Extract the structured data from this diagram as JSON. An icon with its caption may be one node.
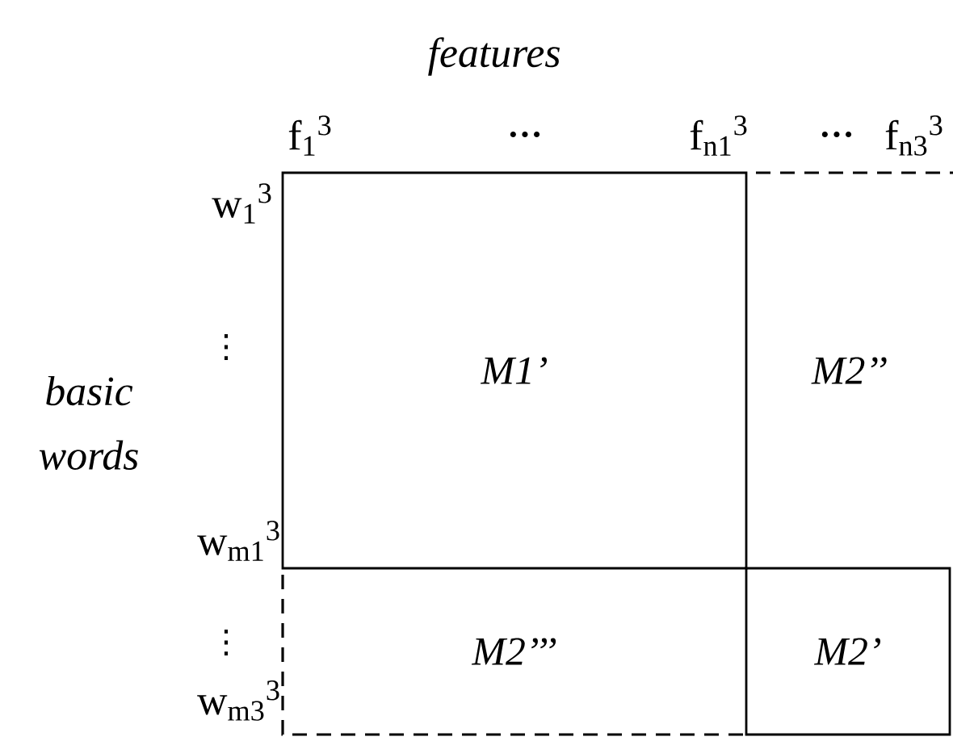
{
  "diagram": {
    "title": "features",
    "nodes": [
      {
        "text": [
          "M1’"
        ]
      },
      {
        "text": [
          "M2’’"
        ]
      },
      {
        "text": [
          "M2’’’"
        ]
      },
      {
        "text": [
          "M2’"
        ]
      }
    ],
    "labels": [
      "f$_{1}$$^{3}$",
      "···",
      "f$_{n1}$$^{3}$",
      "···",
      "f$_{n3}$$^{3}$",
      "w$_{1}$$^{3}$",
      "⋮",
      "basic words",
      "w$_{m1}$$^{3}$",
      "⋮",
      "w$_{m3}$$^{3}$"
    ]
  }
}
